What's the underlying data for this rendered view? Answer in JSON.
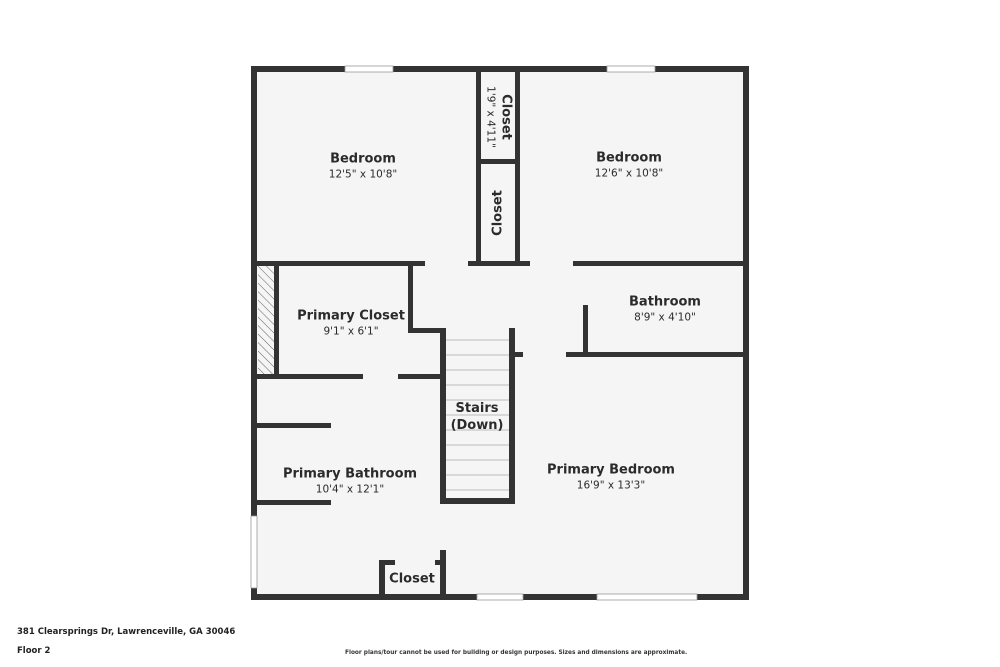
{
  "floor_plan": {
    "rooms": [
      {
        "id": "bedroom-1",
        "name": "Bedroom",
        "dims": "12'5\" x 10'8\""
      },
      {
        "id": "bedroom-2",
        "name": "Bedroom",
        "dims": "12'6\" x 10'8\""
      },
      {
        "id": "closet-top",
        "name": "Closet",
        "dims": "1'9\" x 4'11\""
      },
      {
        "id": "closet-mid",
        "name": "Closet",
        "dims": ""
      },
      {
        "id": "primary-closet",
        "name": "Primary Closet",
        "dims": "9'1\" x 6'1\""
      },
      {
        "id": "bathroom",
        "name": "Bathroom",
        "dims": "8'9\" x 4'10\""
      },
      {
        "id": "stairs",
        "name": "Stairs",
        "sub": "(Down)"
      },
      {
        "id": "primary-bathroom",
        "name": "Primary Bathroom",
        "dims": "10'4\" x 12'1\""
      },
      {
        "id": "primary-bedroom",
        "name": "Primary Bedroom",
        "dims": "16'9\" x 13'3\""
      },
      {
        "id": "closet-bottom",
        "name": "Closet",
        "dims": ""
      }
    ],
    "colors": {
      "wall": "#333333",
      "floor": "#f5f5f5",
      "background": "#ffffff",
      "stair_line": "#bbbbbb"
    }
  },
  "footer": {
    "address": "381 Clearsprings Dr, Lawrenceville, GA 30046",
    "floor": "Floor 2",
    "disclaimer": "Floor plans/tour cannot be used for building or design purposes. Sizes and dimensions are approximate."
  }
}
